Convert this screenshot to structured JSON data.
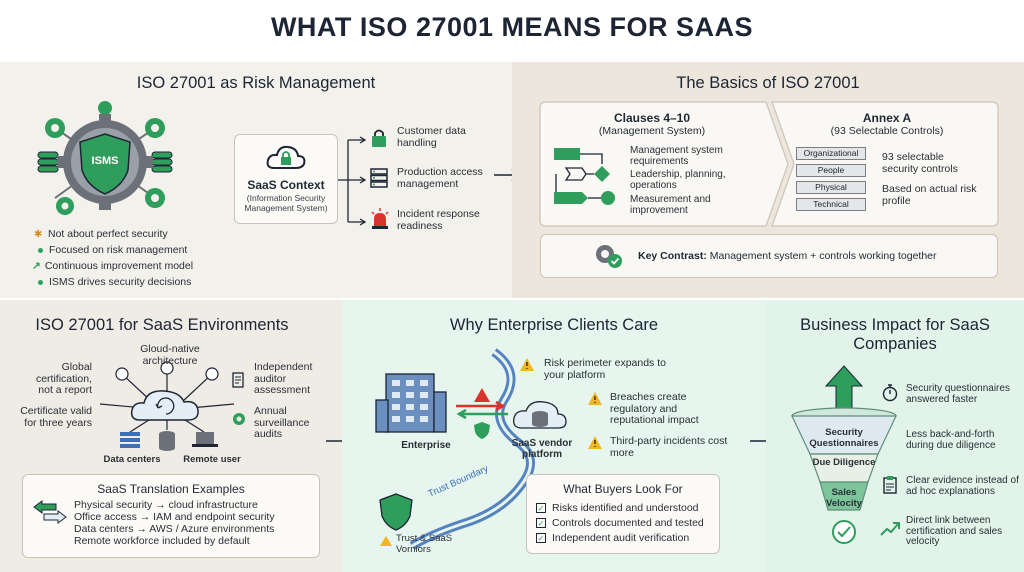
{
  "title": "WHAT ISO 27001 MEANS FOR SAAS",
  "risk": {
    "heading": "ISO 27001 as Risk Management",
    "badge": "ISMS",
    "context_title": "SaaS Context",
    "context_sub": "(Information Security Management System)",
    "items": [
      {
        "label": "Customer data handling",
        "icon": "lock-icon"
      },
      {
        "label": "Production access management",
        "icon": "server-icon"
      },
      {
        "label": "Incident response readiness",
        "icon": "alarm-icon"
      }
    ],
    "bullets": [
      {
        "label": "Not about perfect security",
        "icon": "bug-icon"
      },
      {
        "label": "Focused on risk management",
        "icon": "dot"
      },
      {
        "label": "Continuous improvement model",
        "icon": "trend-up-icon"
      },
      {
        "label": "ISMS drives security decisions",
        "icon": "dot"
      }
    ]
  },
  "basics": {
    "heading": "The Basics of ISO 27001",
    "clauses_title": "Clauses 4–10",
    "clauses_sub": "(Management System)",
    "clauses_items": [
      "Management system requirements",
      "Leadership, planning, operations",
      "Measurement and improvement"
    ],
    "annex_title": "Annex A",
    "annex_sub": "(93 Selectable Controls)",
    "annex_tags": [
      "Organizational",
      "People",
      "Physical",
      "Technical"
    ],
    "annex_notes": [
      "93 selectable security controls",
      "Based on actual risk profile"
    ],
    "contrast_label": "Key Contrast:",
    "contrast_text": "Management system + controls working together"
  },
  "saas": {
    "heading": "ISO 27001 for SaaS Environments",
    "cloud_label": "Gloud-native architecture",
    "left_labels": [
      "Global certification, not a report",
      "Certificate valid for three years"
    ],
    "right_labels": [
      "Independent auditor assessment",
      "Annual surveillance audits"
    ],
    "bottom_labels": [
      "Data centers",
      "Remote user"
    ],
    "translation_title": "SaaS Translation Examples",
    "translation_items": [
      "Physical security → cloud infrastructure",
      "Office access → IAM and endpoint security",
      "Data centers → AWS / Azure environments",
      "Remote workforce included by default"
    ]
  },
  "why": {
    "heading": "Why Enterprise Clients Care",
    "enterprise_label": "Enterprise",
    "vendor_label": "SaaS vendor platform",
    "boundary_label": "Trust Boundary",
    "trust_label": "Trust & SaaS Vorniors",
    "risks": [
      "Risk perimeter expands to your platform",
      "Breaches create regulatory and reputational impact",
      "Third-party incidents cost more"
    ],
    "buyers_title": "What Buyers Look For",
    "buyers_items": [
      "Risks identified and understood",
      "Controls documented and tested",
      "Independent audit verification"
    ]
  },
  "impact": {
    "heading": "Business Impact for SaaS Companies",
    "funnel_levels": [
      "Security Questionnaires",
      "Due Diligence",
      "Sales Velocity"
    ],
    "outcomes": [
      {
        "label": "Security questionnaires answered faster",
        "icon": "stopwatch-icon"
      },
      {
        "label": "Less back-and-forth during due diligence",
        "icon": "none"
      },
      {
        "label": "Clear evidence instead of ad hoc explanations",
        "icon": "clipboard-icon"
      },
      {
        "label": "Direct link between certification and sales velocity",
        "icon": "growth-icon"
      }
    ]
  },
  "colors": {
    "green": "#2f9d5c",
    "dark": "#1d2433",
    "gray": "#6b7079",
    "red": "#d9342b",
    "amber": "#f1b722",
    "blue": "#3b6fb6"
  }
}
